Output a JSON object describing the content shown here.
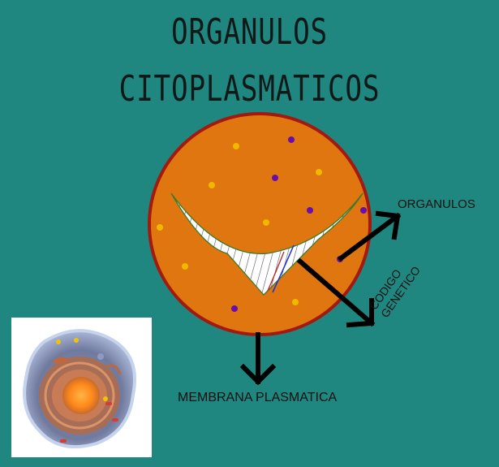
{
  "title": {
    "line1": "ORGANULOS",
    "line2": "CITOPLASMATICOS"
  },
  "labels": {
    "organulos": "ORGANULOS",
    "codigo_line1": "CODIGO",
    "codigo_line2": "GENETICO",
    "membrana": "MEMBRANA PLASMATICA"
  },
  "colors": {
    "background": "#1f877f",
    "cell_fill": "#e0760f",
    "cell_border": "#a3190d",
    "nucleus_region": "#ffffff",
    "organelle_yellow": "#f2b800",
    "organelle_purple": "#6a0dad",
    "arrow": "#000000"
  },
  "image": {
    "description_icon": "animal-cell-illustration"
  }
}
